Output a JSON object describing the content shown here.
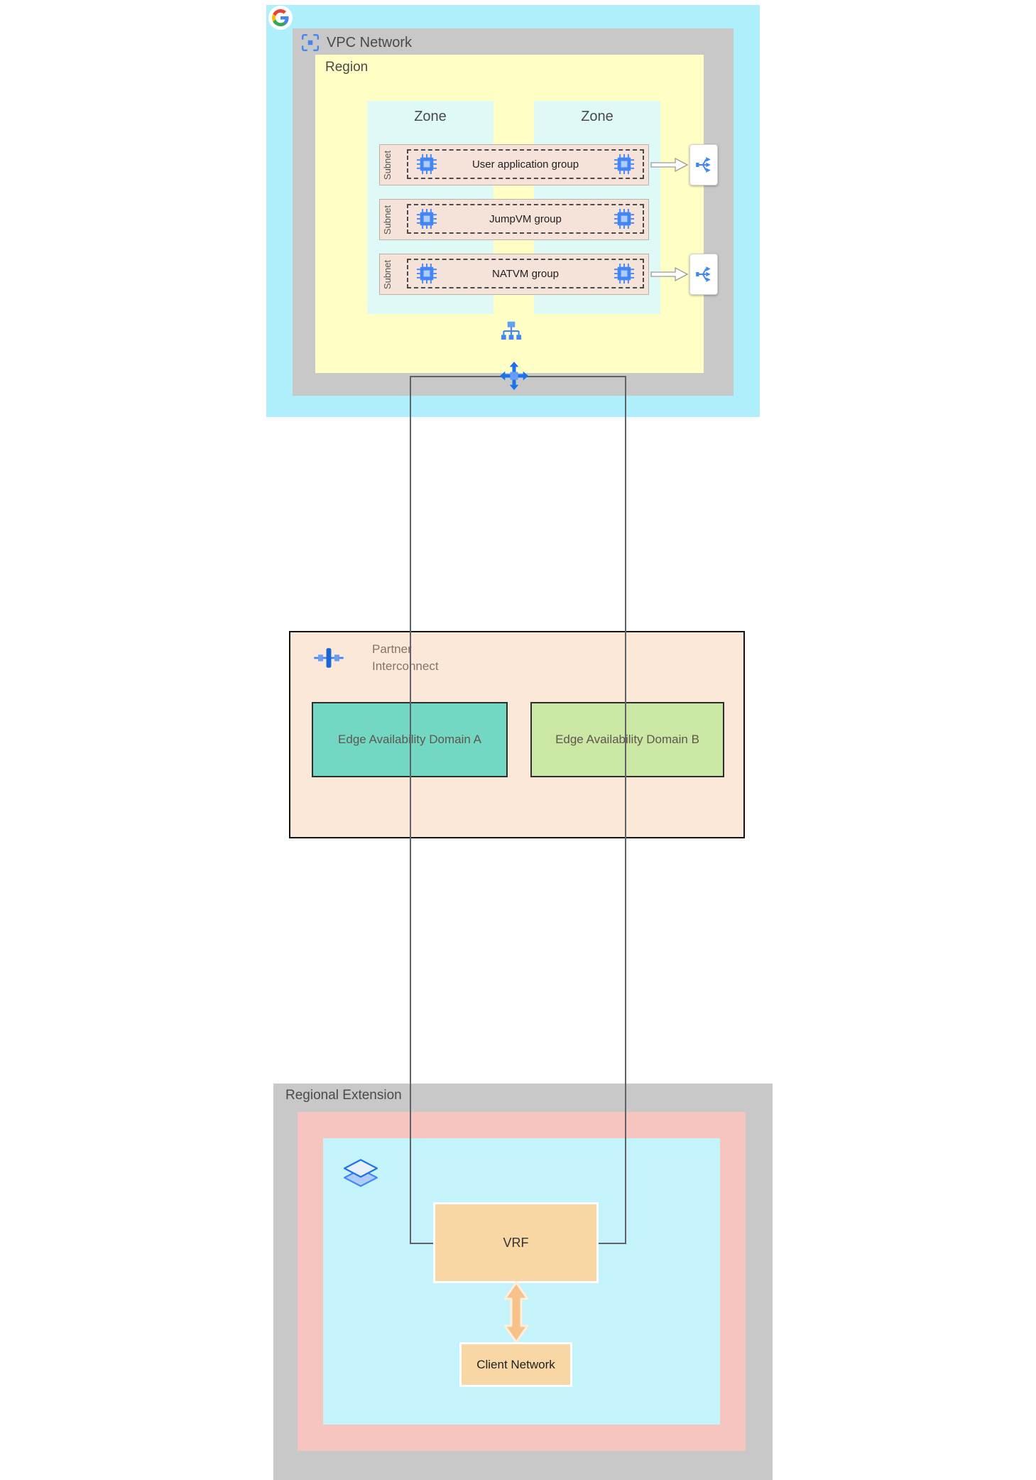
{
  "vpc": {
    "title": "VPC Network",
    "region": "Region",
    "zone_labels": [
      "Zone",
      "Zone"
    ],
    "subnet_label": "Subnet",
    "rows": [
      {
        "label": "User application group"
      },
      {
        "label": "JumpVM group"
      },
      {
        "label": "NATVM group"
      }
    ]
  },
  "interconnect": {
    "title": "Partner Interconnect",
    "edge_a": "Edge Availability Domain A",
    "edge_b": "Edge Availability Domain B"
  },
  "regional": {
    "title": "Regional Extension",
    "vrf": "VRF",
    "client": "Client Network"
  },
  "icons": {
    "google_logo": "google-g-icon",
    "vpc": "vpc-network-icon",
    "vm": "compute-vm-icon",
    "load_balancer": "load-balancer-icon",
    "network": "network-icon",
    "router_cross": "cloud-router-icon",
    "interconnect": "interconnect-icon",
    "router_layers": "edge-router-icon",
    "flow_arrow": "right-arrow-icon",
    "updown_arrow": "bidirectional-arrow-icon"
  },
  "colors": {
    "outer_cyan": "#aeeffb",
    "container_gray": "#c8c8c8",
    "region_yellow": "#ffffc5",
    "zone_teal": "#dff9f7",
    "subnet_peach": "#f5e2d9",
    "interconnect_bg": "#fce8d9",
    "edge_a_teal": "#73d8c3",
    "edge_b_green": "#cbe7a4",
    "regional_pink": "#f6c5c0",
    "regional_cyan": "#c5f3fb",
    "vrf_orange": "#f9d7a4",
    "gcp_blue": "#4285f4"
  }
}
